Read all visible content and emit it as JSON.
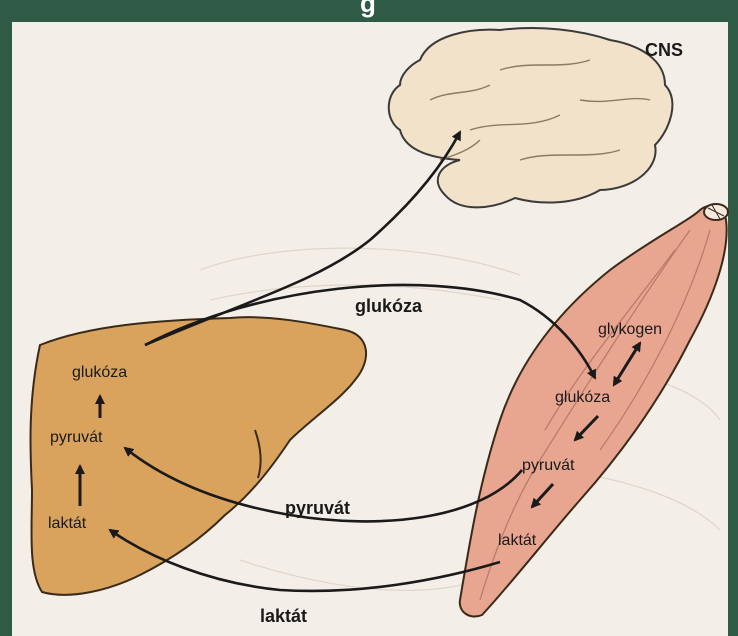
{
  "header": {
    "title_fragment": "g"
  },
  "organs": {
    "cns": {
      "label": "CNS"
    },
    "liver": {
      "glukoza": "glukóza",
      "pyruvat": "pyruvát",
      "laktat": "laktát"
    },
    "muscle": {
      "glykogen": "glykogen",
      "glukoza": "glukóza",
      "pyruvat": "pyruvát",
      "laktat": "laktát"
    }
  },
  "flows": {
    "glukoza": "glukóza",
    "pyruvat": "pyruvát",
    "laktat": "laktát"
  },
  "colors": {
    "background": "#2f5a45",
    "paper": "#f3eee7",
    "brain": "#f1e2c9",
    "liver": "#d9a35d",
    "muscle": "#e8a58f",
    "arrow": "#1a1a1a"
  }
}
